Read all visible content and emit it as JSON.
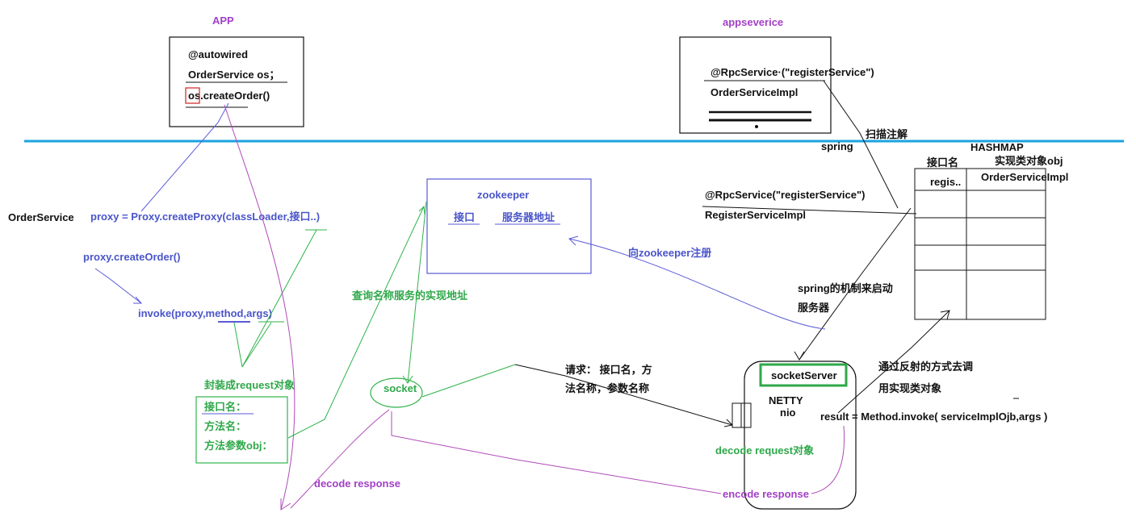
{
  "app": {
    "title": "APP",
    "line1": "@autowired",
    "line2": "OrderService os；",
    "line3": "os.createOrder()"
  },
  "appservice": {
    "title": "appseverice",
    "line1": "@RpcService·(\"registerService\")",
    "line2": "OrderServiceImpl"
  },
  "scan_annotation": "扫描注解",
  "spring": "spring",
  "hashmap": {
    "title": "HASHMAP",
    "col1_header": "接口名",
    "col2_header": "实现类对象obj",
    "row1_col1": "regis..",
    "row1_col2": "OrderServiceImpl"
  },
  "register_service": {
    "line1": "@RpcService(\"registerService\")",
    "line2": "RegisterServiceImpl"
  },
  "zookeeper": {
    "title": "zookeeper",
    "col1": "接口",
    "col2": "服务器地址"
  },
  "register_to_zk": "向zookeeper注册",
  "spring_start": {
    "line1": "spring的机制来启动",
    "line2": "服务器"
  },
  "client": {
    "order_service": "OrderService",
    "proxy_create": "proxy = Proxy.createProxy(classLoader,接口..)",
    "proxy_call": "proxy.createOrder()",
    "invoke": "invoke(proxy,method,args)",
    "query_zk": "查询名称服务的实现地址",
    "wrap_request": "封装成request对象",
    "req_field1": "接口名：",
    "req_field2": "方法名：",
    "req_field3": "方法参数obj：",
    "socket": "socket",
    "decode_response": "decode  response"
  },
  "request": {
    "line1": "请求： 接口名，方",
    "line2": "法名称，参数名称"
  },
  "server": {
    "socket_server": "socketServer",
    "netty": "NETTY",
    "nio": "nio",
    "decode_request": "decode  request对象",
    "encode_response": "encode response",
    "reflect_line1": "通过反射的方式去调",
    "reflect_line2": "用实现类对象",
    "result": "result = Method.invoke( serviceImplOjb,args  )"
  },
  "colors": {
    "title_purple": "#a23fc7",
    "client_blue": "#4a55c9",
    "client_green": "#2fa84a",
    "divider_cyan": "#1aa3e0",
    "highlight_red": "#d42020"
  }
}
